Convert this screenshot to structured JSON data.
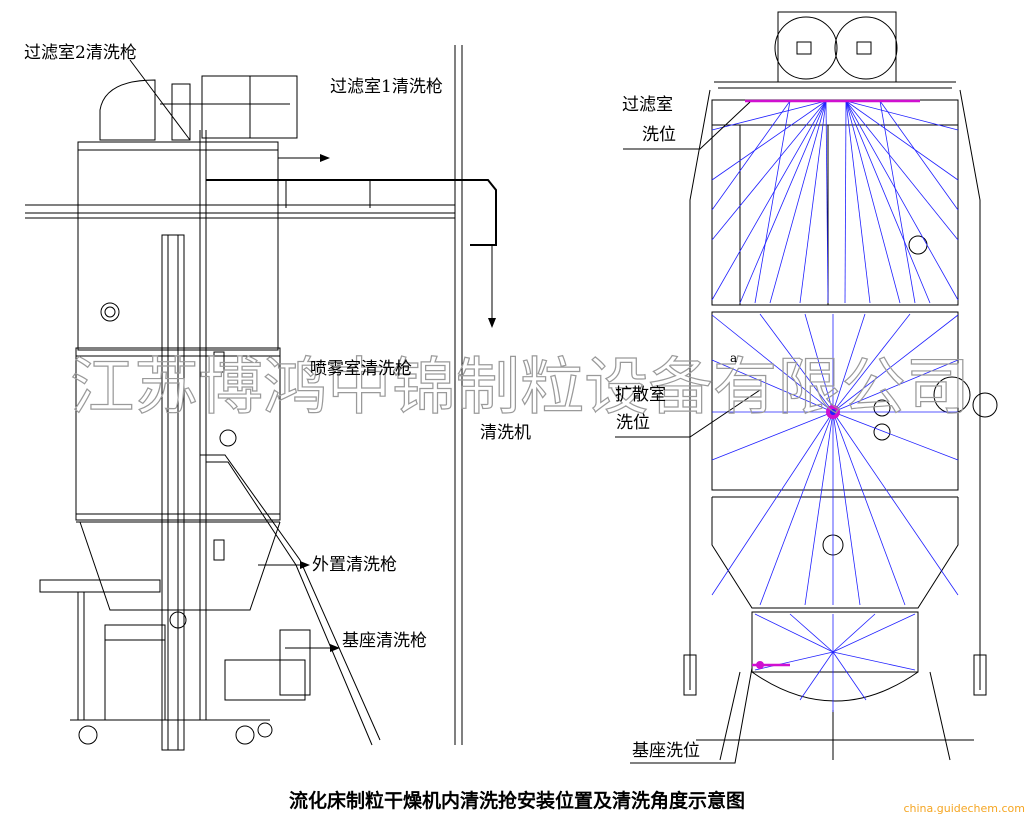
{
  "labels": {
    "filter2_gun": "过滤室2清洗枪",
    "filter1_gun": "过滤室1清洗枪",
    "spray_gun": "喷雾室清洗枪",
    "washer": "清洗机",
    "external_gun": "外置清洗枪",
    "base_gun": "基座清洗枪",
    "filter_pos_1": "过滤室",
    "filter_pos_2": "洗位",
    "expand_pos_1": "扩散室",
    "expand_pos_2": "洗位",
    "base_pos": "基座洗位",
    "mark_a": "a"
  },
  "caption": "流化床制粒干燥机内清洗抢安装位置及清洗角度示意图",
  "watermark": "江苏博鸿中锦制粒设备有限公司",
  "source": "china.guidechem.com",
  "colors": {
    "line": "#000000",
    "spray_lines": "#2020ff",
    "nozzle": "#d010d0",
    "watermark": "#9a9a9a",
    "source": "#f5a623"
  }
}
